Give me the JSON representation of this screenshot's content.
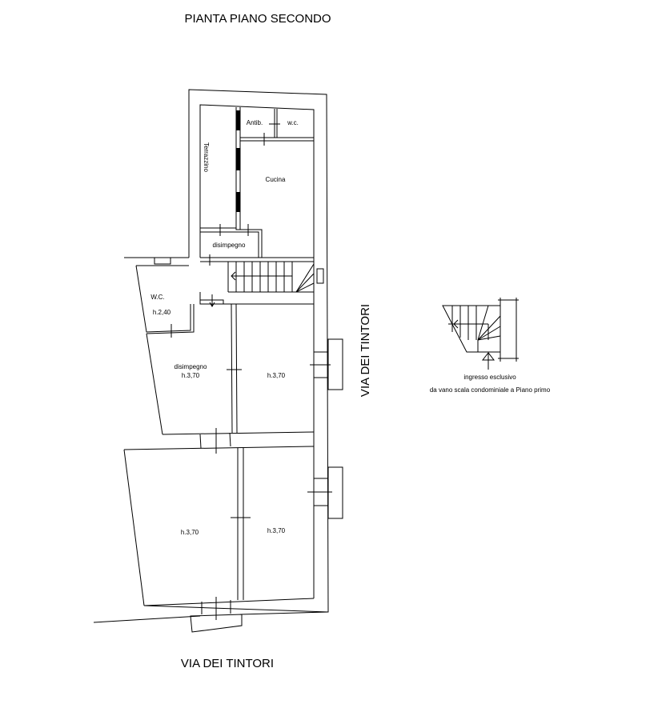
{
  "title": "PIANTA PIANO SECONDO",
  "street_side": "VIA DEI TINTORI",
  "street_bottom": "VIA DEI TINTORI",
  "rooms": {
    "antib": "Antib.",
    "wc_small": "w.c.",
    "terrazzino": "Terrazzino",
    "cucina": "Cucina",
    "disimpegno_upper": "disimpegno",
    "wc": "W.C.",
    "wc_height": "h.2,40",
    "disimpegno_lower": "disimpegno",
    "disimpegno_lower_height": "h.3,70",
    "room_upper_right_height": "h.3,70",
    "room_lower_left_height": "h.3,70",
    "room_lower_right_height": "h.3,70"
  },
  "inset": {
    "note_line1": "ingresso esclusivo",
    "note_line2": "da vano scala condominiale a Piano primo"
  }
}
